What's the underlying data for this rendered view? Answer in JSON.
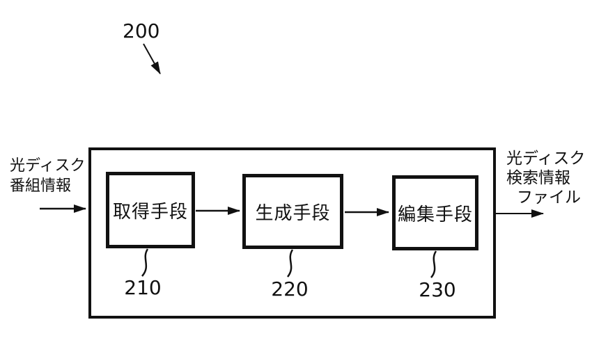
{
  "figure": {
    "reference_number": "200",
    "input_label": {
      "line1": "光ディスク",
      "line2": "番組情報"
    },
    "output_label": {
      "line1": "光ディスク",
      "line2": "検索情報",
      "line3": "ファイル"
    },
    "blocks": [
      {
        "label": "取得手段",
        "ref": "210"
      },
      {
        "label": "生成手段",
        "ref": "220"
      },
      {
        "label": "編集手段",
        "ref": "230"
      }
    ],
    "colors": {
      "line": "#111111",
      "background": "#ffffff"
    }
  }
}
